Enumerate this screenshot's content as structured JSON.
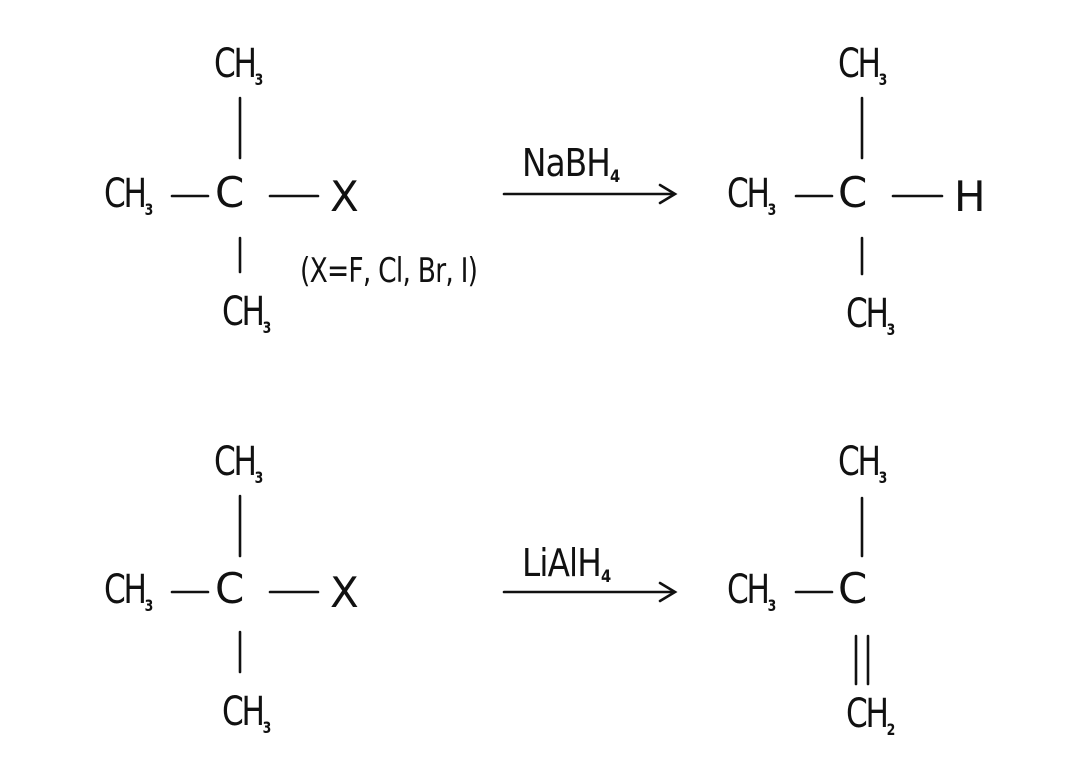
{
  "reaction1": {
    "reactant": {
      "top": {
        "text": "CH",
        "sub": "3"
      },
      "left": {
        "text": "CH",
        "sub": "3"
      },
      "center": "C",
      "right": "X",
      "bottom": {
        "text": "CH",
        "sub": "3"
      }
    },
    "note": "(X=F, Cl, Br, I)",
    "reagent": {
      "text": "NaBH",
      "sub": "4"
    },
    "product": {
      "top": {
        "text": "CH",
        "sub": "3"
      },
      "left": {
        "text": "CH",
        "sub": "3"
      },
      "center": "C",
      "right": "H",
      "bottom": {
        "text": "CH",
        "sub": "3"
      }
    }
  },
  "reaction2": {
    "reactant": {
      "top": {
        "text": "CH",
        "sub": "3"
      },
      "left": {
        "text": "CH",
        "sub": "3"
      },
      "center": "C",
      "right": "X",
      "bottom": {
        "text": "CH",
        "sub": "3"
      }
    },
    "reagent": {
      "text": "LiAlH",
      "sub": "4"
    },
    "product": {
      "top": {
        "text": "CH",
        "sub": "3"
      },
      "left": {
        "text": "CH",
        "sub": "3"
      },
      "center": "C",
      "bottom": {
        "text": "CH",
        "sub": "2"
      }
    }
  }
}
